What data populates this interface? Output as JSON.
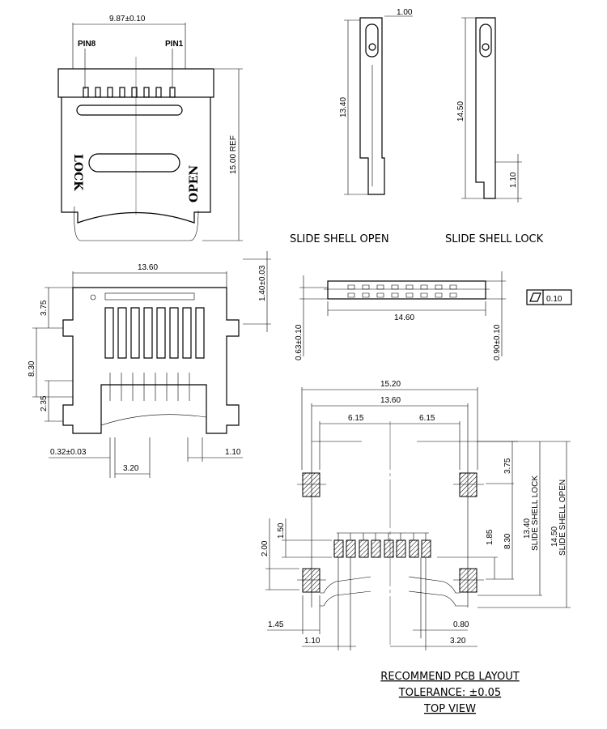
{
  "top_view": {
    "width_dim": "9.87±0.10",
    "pin8": "PIN8",
    "pin1": "PIN1",
    "lock": "LOCK",
    "open": "OPEN",
    "height_dim": "15.00 REF"
  },
  "side_open": {
    "top_dim": "1.00",
    "height_dim": "13.40",
    "caption": "SLIDE SHELL OPEN"
  },
  "side_lock": {
    "height_dim": "14.50",
    "bottom_dim": "1.10",
    "caption": "SLIDE SHELL LOCK"
  },
  "bottom_view": {
    "width_dim": "13.60",
    "tab_dim": "1.40±0.03",
    "dim_3_75": "3.75",
    "dim_8_30": "8.30",
    "dim_2_35": "2.35",
    "pin_width": "0.32±0.03",
    "dim_3_20": "3.20",
    "dim_1_10": "1.10"
  },
  "front_view": {
    "width_dim": "14.60",
    "left_height": "0.63±0.10",
    "right_height": "0.90±0.10",
    "flatness_value": "0.10"
  },
  "pcb_layout": {
    "dim_15_20": "15.20",
    "dim_13_60": "13.60",
    "dim_6_15_left": "6.15",
    "dim_6_15_right": "6.15",
    "dim_3_75": "3.75",
    "dim_13_40": "13.40",
    "lock_label": "SLIDE SHELL LOCK",
    "dim_14_50": "14.50",
    "open_label": "SLIDE SHELL OPEN",
    "dim_8_30": "8.30",
    "dim_1_85": "1.85",
    "dim_1_50": "1.50",
    "dim_2_00": "2.00",
    "dim_1_45": "1.45",
    "dim_1_10": "1.10",
    "dim_0_80": "0.80",
    "dim_3_20": "3.20",
    "caption_title": "RECOMMEND PCB LAYOUT",
    "caption_tolerance": "TOLERANCE: ±0.05",
    "caption_view": "TOP VIEW"
  }
}
